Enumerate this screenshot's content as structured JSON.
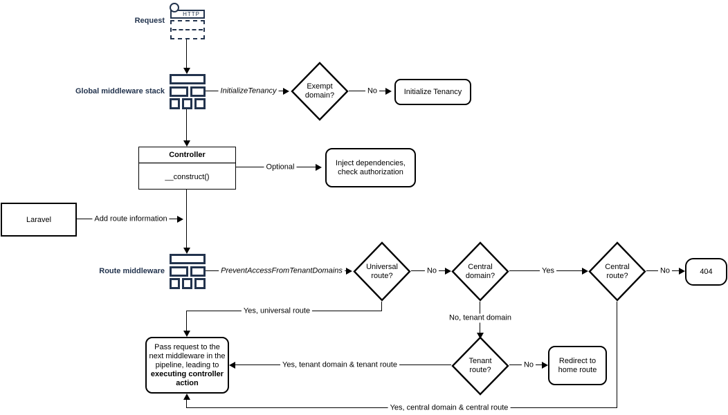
{
  "colors": {
    "accent_navy": "#22334d",
    "line": "#000000",
    "background": "#ffffff"
  },
  "nodes": {
    "request": {
      "label": "Request",
      "http_label": "HTTP"
    },
    "global_middleware": {
      "label": "Global middleware stack"
    },
    "exempt_domain": {
      "label": "Exempt\ndomain?"
    },
    "initialize_tenancy": {
      "label": "Initialize Tenancy"
    },
    "controller": {
      "title": "Controller",
      "method": "__construct()"
    },
    "inject": {
      "label": "Inject dependencies,\ncheck authorization"
    },
    "laravel": {
      "label": "Laravel"
    },
    "route_middleware": {
      "label": "Route middleware"
    },
    "universal_route": {
      "label": "Universal\nroute?"
    },
    "central_domain": {
      "label": "Central\ndomain?"
    },
    "central_route": {
      "label": "Central\nroute?"
    },
    "not_found": {
      "label": "404"
    },
    "tenant_route": {
      "label": "Tenant\nroute?"
    },
    "redirect_home": {
      "label": "Redirect to\nhome route"
    },
    "pass_request": {
      "text": "Pass request to the next middleware in the pipeline, leading to ",
      "bold": "executing controller action"
    }
  },
  "edges": {
    "initialize_tenancy_mw": "InitializeTenancy",
    "exempt_no": "No",
    "optional": "Optional",
    "add_route_info": "Add route information",
    "prevent_access": "PreventAccessFromTenantDomains",
    "universal_no": "No",
    "central_domain_yes": "Yes",
    "central_route_no": "No",
    "yes_universal_route": "Yes, universal route",
    "no_tenant_domain": "No, tenant domain",
    "tenant_no": "No",
    "yes_tenant_domain_route": "Yes, tenant domain & tenant route",
    "yes_central_domain_route": "Yes, central domain & central route"
  }
}
